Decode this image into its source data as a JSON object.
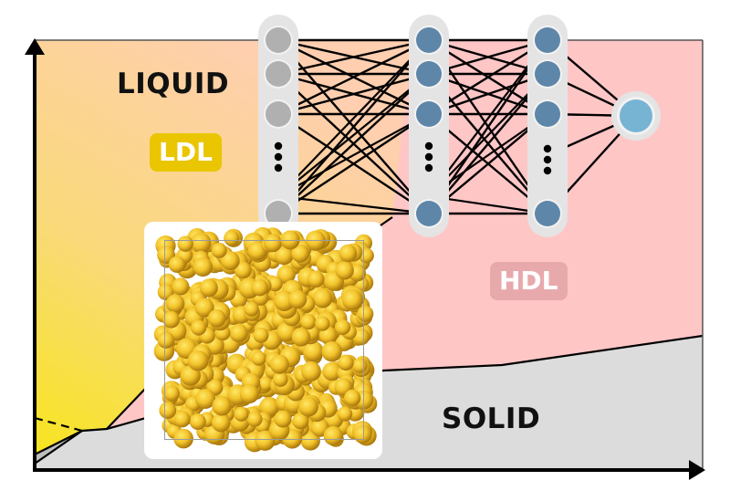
{
  "diagram": {
    "phases": {
      "liquid": {
        "label": "LIQUID"
      },
      "ldl": {
        "label": "LDL",
        "color": "#E9C600"
      },
      "hdl": {
        "label": "HDL",
        "color": "#E8A9AC"
      },
      "solid": {
        "label": "SOLID"
      }
    },
    "colors": {
      "ldl_region_top": "#FFCFB0",
      "ldl_region_bottom": "#F7E51F",
      "hdl_region": "#FFC6C6",
      "solid_region": "#DCDCDC",
      "solid_low_region": "#BFBFBF",
      "axis": "#000000",
      "input_node": "#B0B0B0",
      "hidden_node": "#5E86A8",
      "output_node": "#77B4D4",
      "layer_pill": "#E4E4E4",
      "atom": "#F2C22A"
    },
    "neural_network": {
      "layers": [
        {
          "name": "input",
          "visible_nodes": 4,
          "ellipsis": true
        },
        {
          "name": "hidden-1",
          "visible_nodes": 4,
          "ellipsis": true
        },
        {
          "name": "hidden-2",
          "visible_nodes": 4,
          "ellipsis": true
        },
        {
          "name": "output",
          "visible_nodes": 1,
          "ellipsis": false
        }
      ]
    },
    "molecule_snapshot": {
      "description": "disordered liquid configuration of atoms in a periodic box"
    }
  }
}
